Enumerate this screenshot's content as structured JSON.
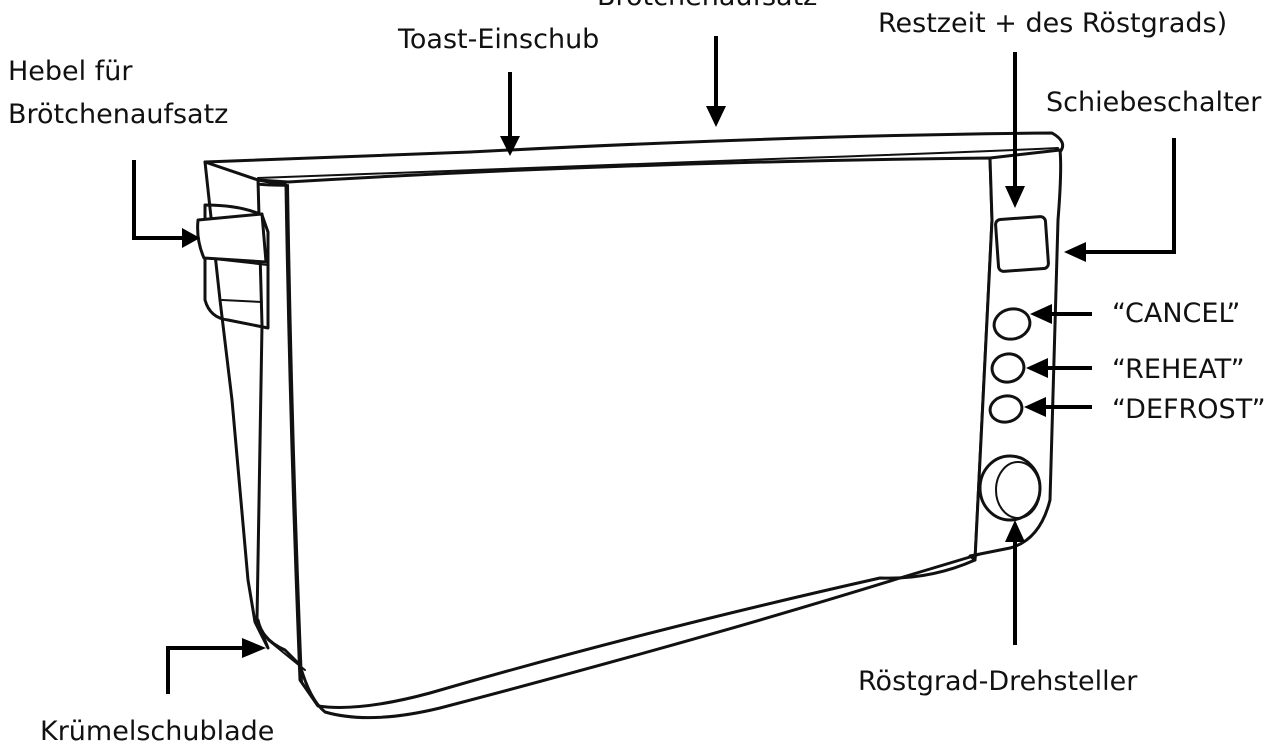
{
  "labels": {
    "lever": [
      "Hebel für",
      "Brötchenaufsatz"
    ],
    "toast_slot": "Toast-Einschub",
    "bun_rack_partial": "Brötchenaufsatz",
    "display_partial": "Restzeit + des Röstgrads)",
    "slide_switch": "Schiebeschalter",
    "cancel": "“CANCEL”",
    "reheat": "“REHEAT”",
    "defrost": "“DEFROST”",
    "dial": "Röstgrad-Drehsteller",
    "crumb_tray": "Krümelschublade"
  }
}
